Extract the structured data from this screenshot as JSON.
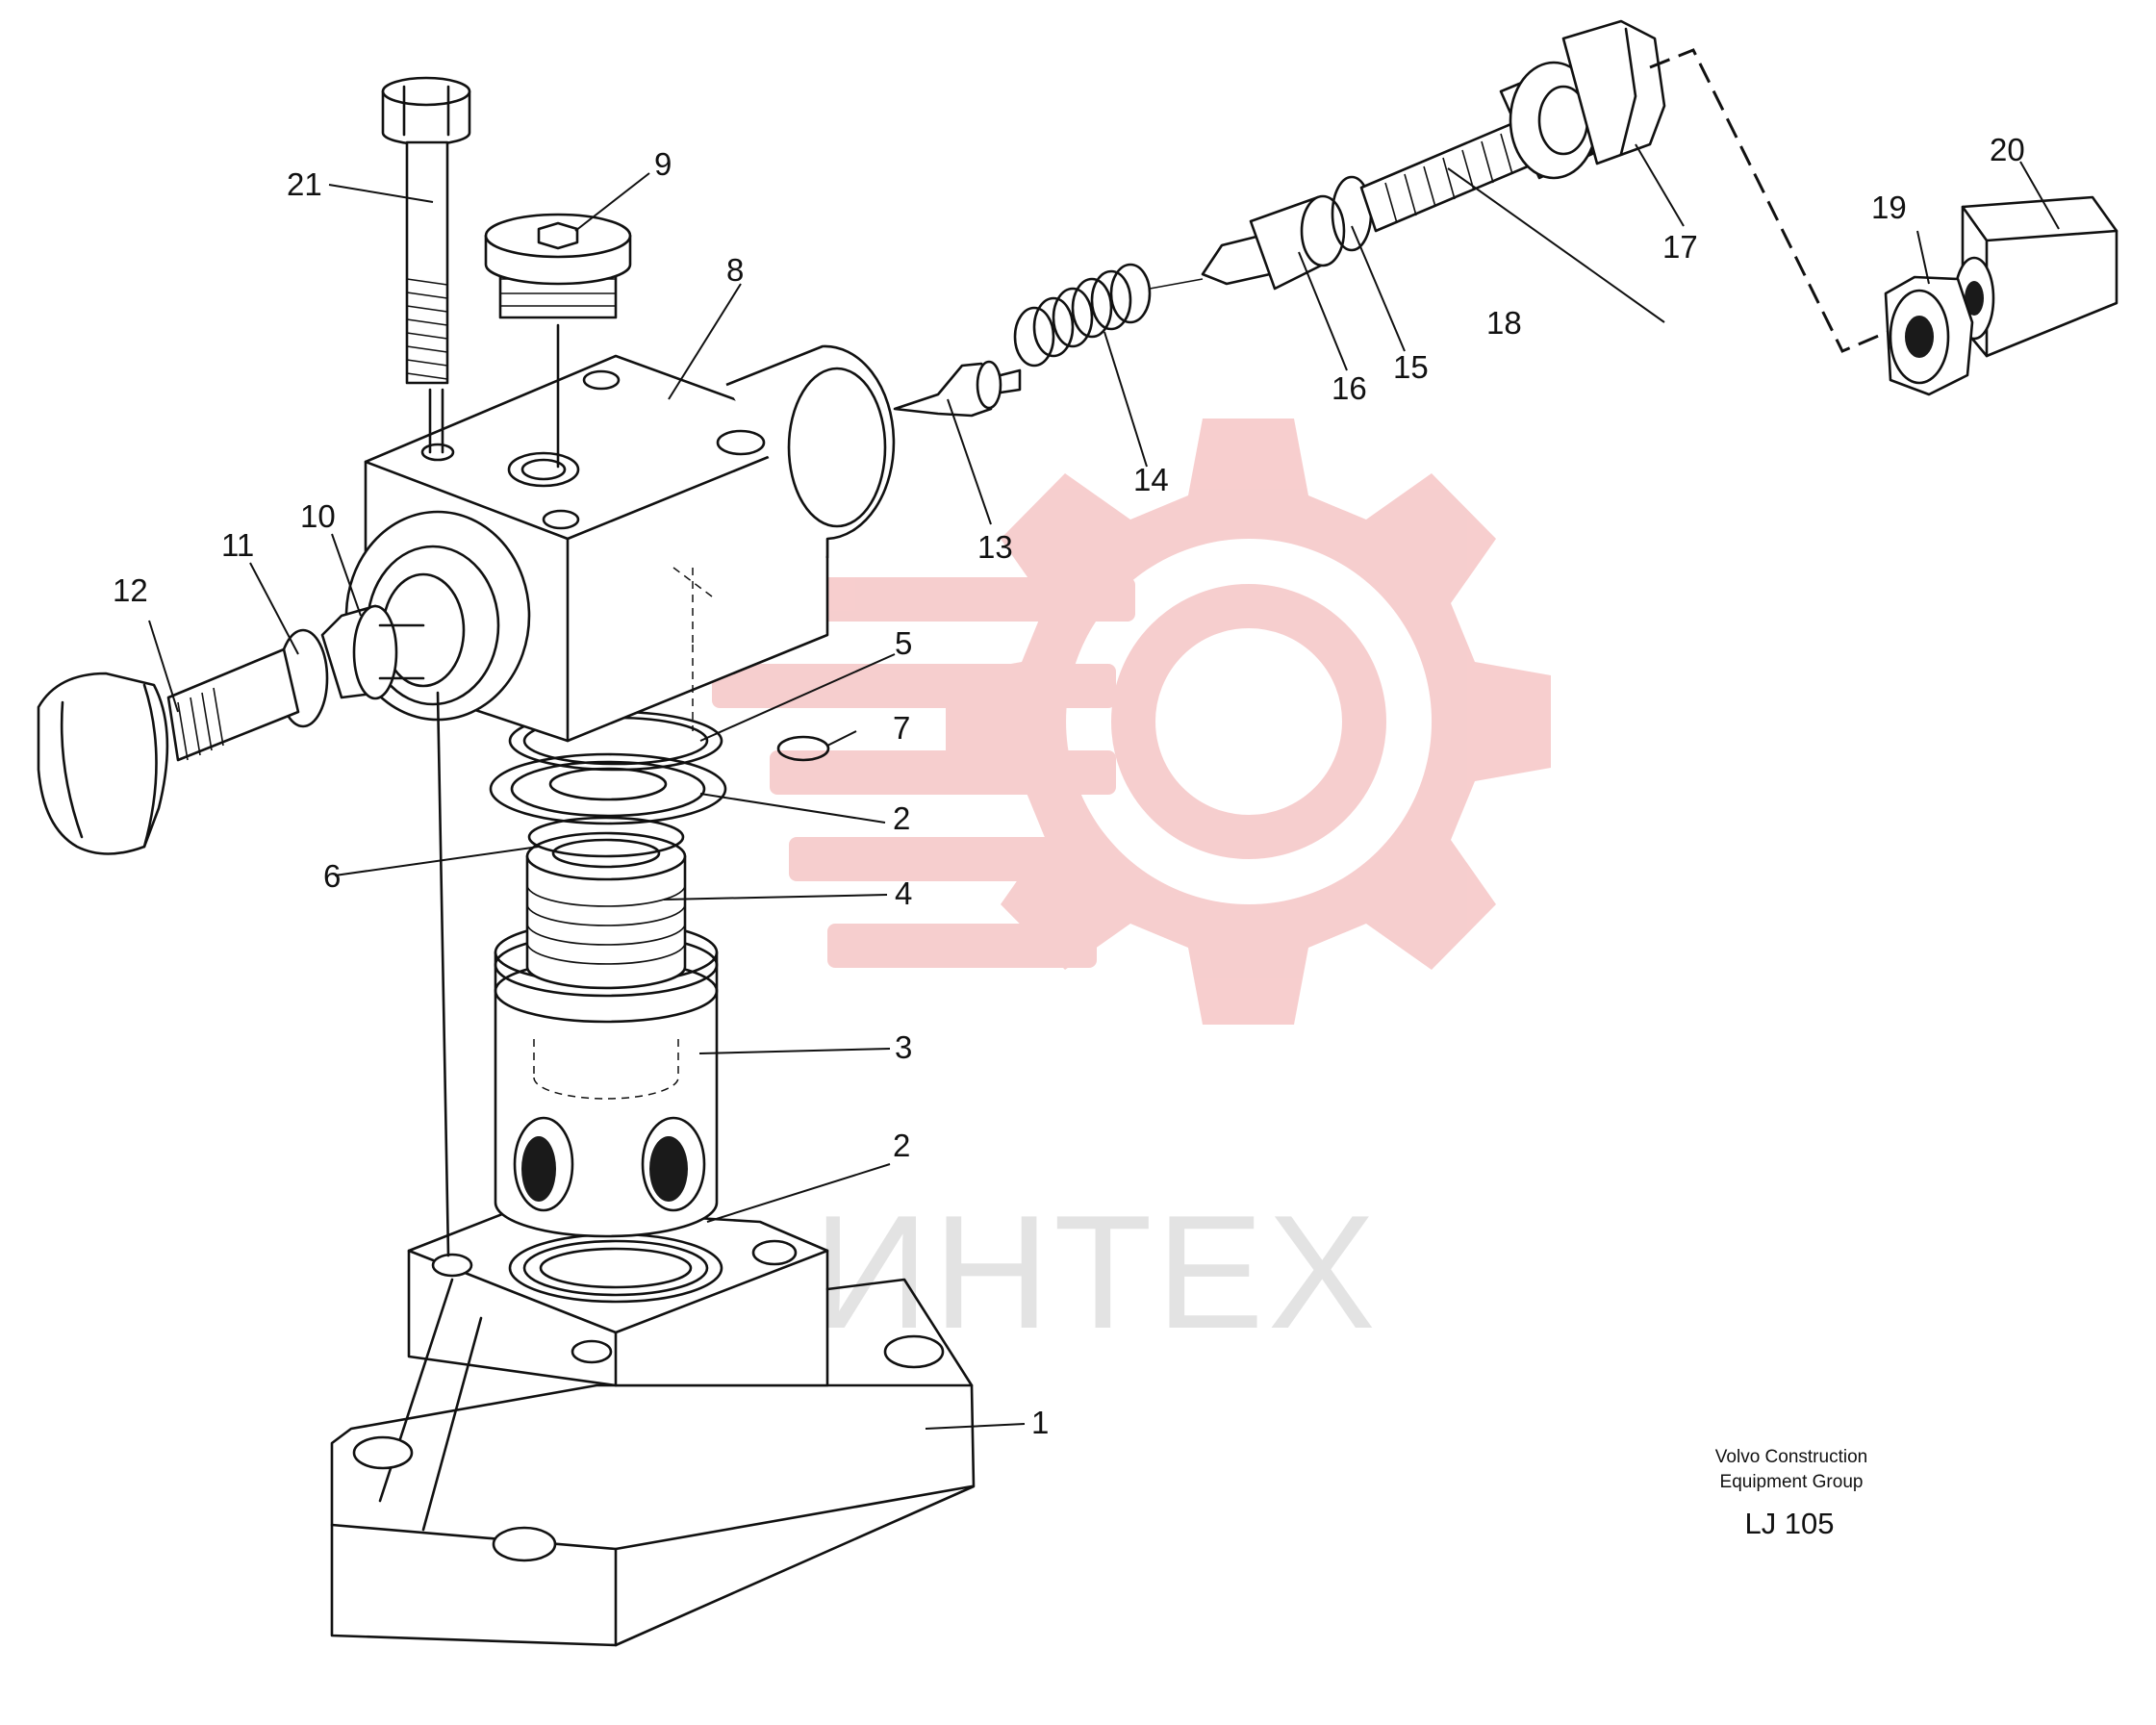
{
  "watermark": {
    "text": "ИНТЕХ",
    "gear_color": "#f6c9c9",
    "text_color": "#e3e3e3"
  },
  "callouts": [
    "1",
    "2",
    "2",
    "3",
    "4",
    "5",
    "6",
    "7",
    "8",
    "9",
    "10",
    "11",
    "12",
    "13",
    "14",
    "15",
    "16",
    "17",
    "18",
    "19",
    "20",
    "21"
  ],
  "footer": {
    "line1": "Volvo Construction",
    "line2": "Equipment Group",
    "code": "LJ 105"
  }
}
